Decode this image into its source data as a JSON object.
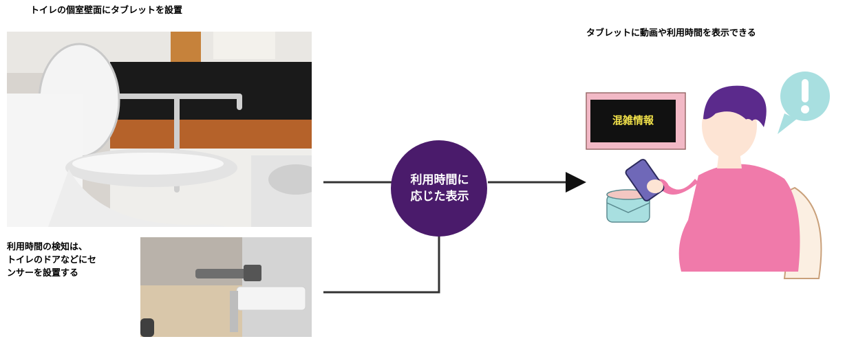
{
  "captions": {
    "top": "トイレの個室壁面にタブレットを設置",
    "right": "タブレットに動画や利用時間を表示できる",
    "left_lines": [
      "利用時間の検知は、",
      "トイレのドアなどにセ",
      "ンサーを設置する"
    ]
  },
  "center_circle": {
    "label": "利用時間に\n応じた表示",
    "color": "#4a1b6b"
  },
  "screen": {
    "label": "混雑情報"
  },
  "colors": {
    "connector": "#333333",
    "person_skin": "#fde4d4",
    "person_hair": "#5b2a8c",
    "person_shirt": "#f07aaa",
    "bubble": "#a8dfe0",
    "frame": "#f2b9c6"
  }
}
